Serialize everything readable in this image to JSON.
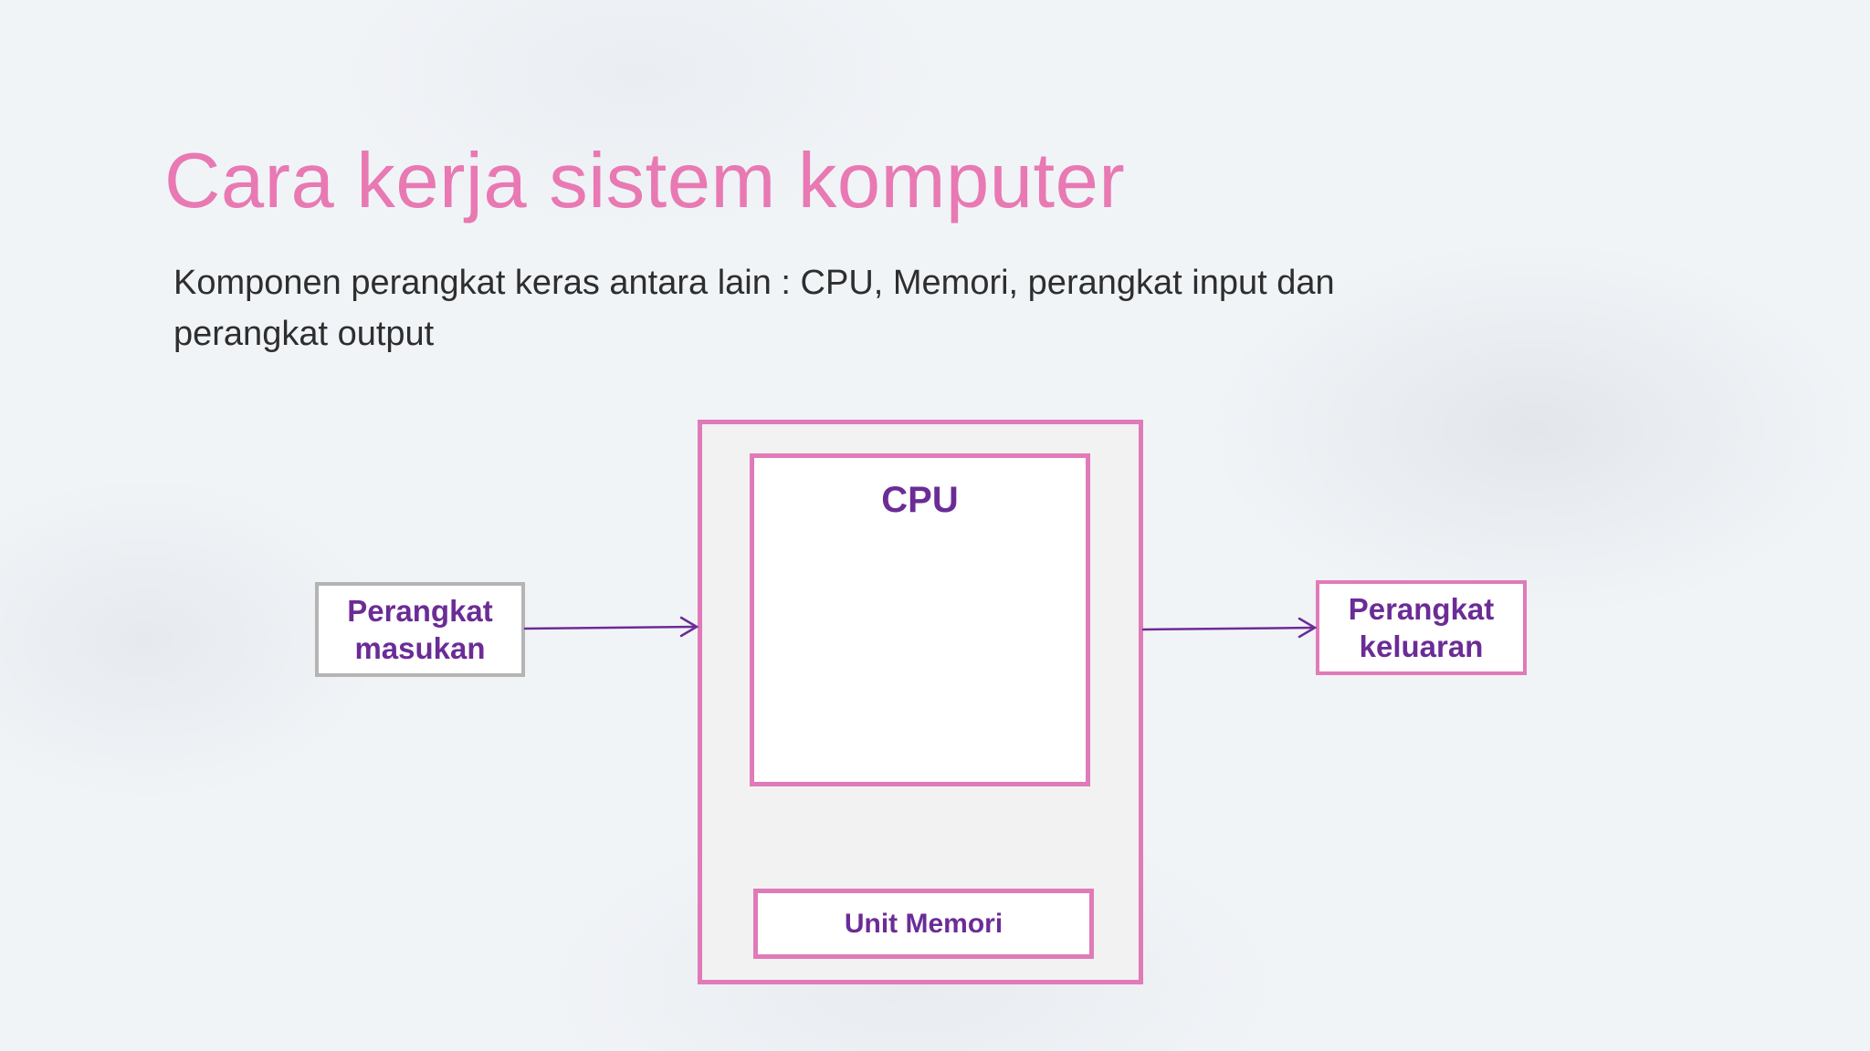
{
  "slide": {
    "title": "Cara kerja sistem komputer",
    "subtitle": "Komponen perangkat keras antara lain : CPU, Memori, perangkat input dan perangkat output"
  },
  "diagram": {
    "input_device": "Perangkat masukan",
    "output_device": "Perangkat keluaran",
    "cpu": "CPU",
    "memory_unit": "Unit Memori"
  },
  "colors": {
    "title": "#e879b3",
    "box_border": "#e07ab8",
    "input_border": "#b4b4b4",
    "label_text": "#6b2c96",
    "arrow": "#6b2c96"
  }
}
